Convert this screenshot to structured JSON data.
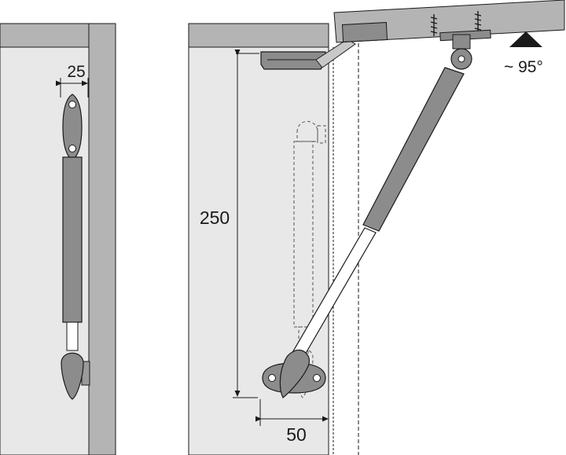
{
  "labels": {
    "dim_side": "25",
    "dim_height": "250",
    "dim_offset": "50",
    "angle": "~ 95°"
  },
  "colors": {
    "panel_fill": "#e8e8e8",
    "edge_fill": "#b4b4b4",
    "stay_fill": "#8c8c8c",
    "outline": "#1a1a1a",
    "page_bg": "#ffffff"
  }
}
